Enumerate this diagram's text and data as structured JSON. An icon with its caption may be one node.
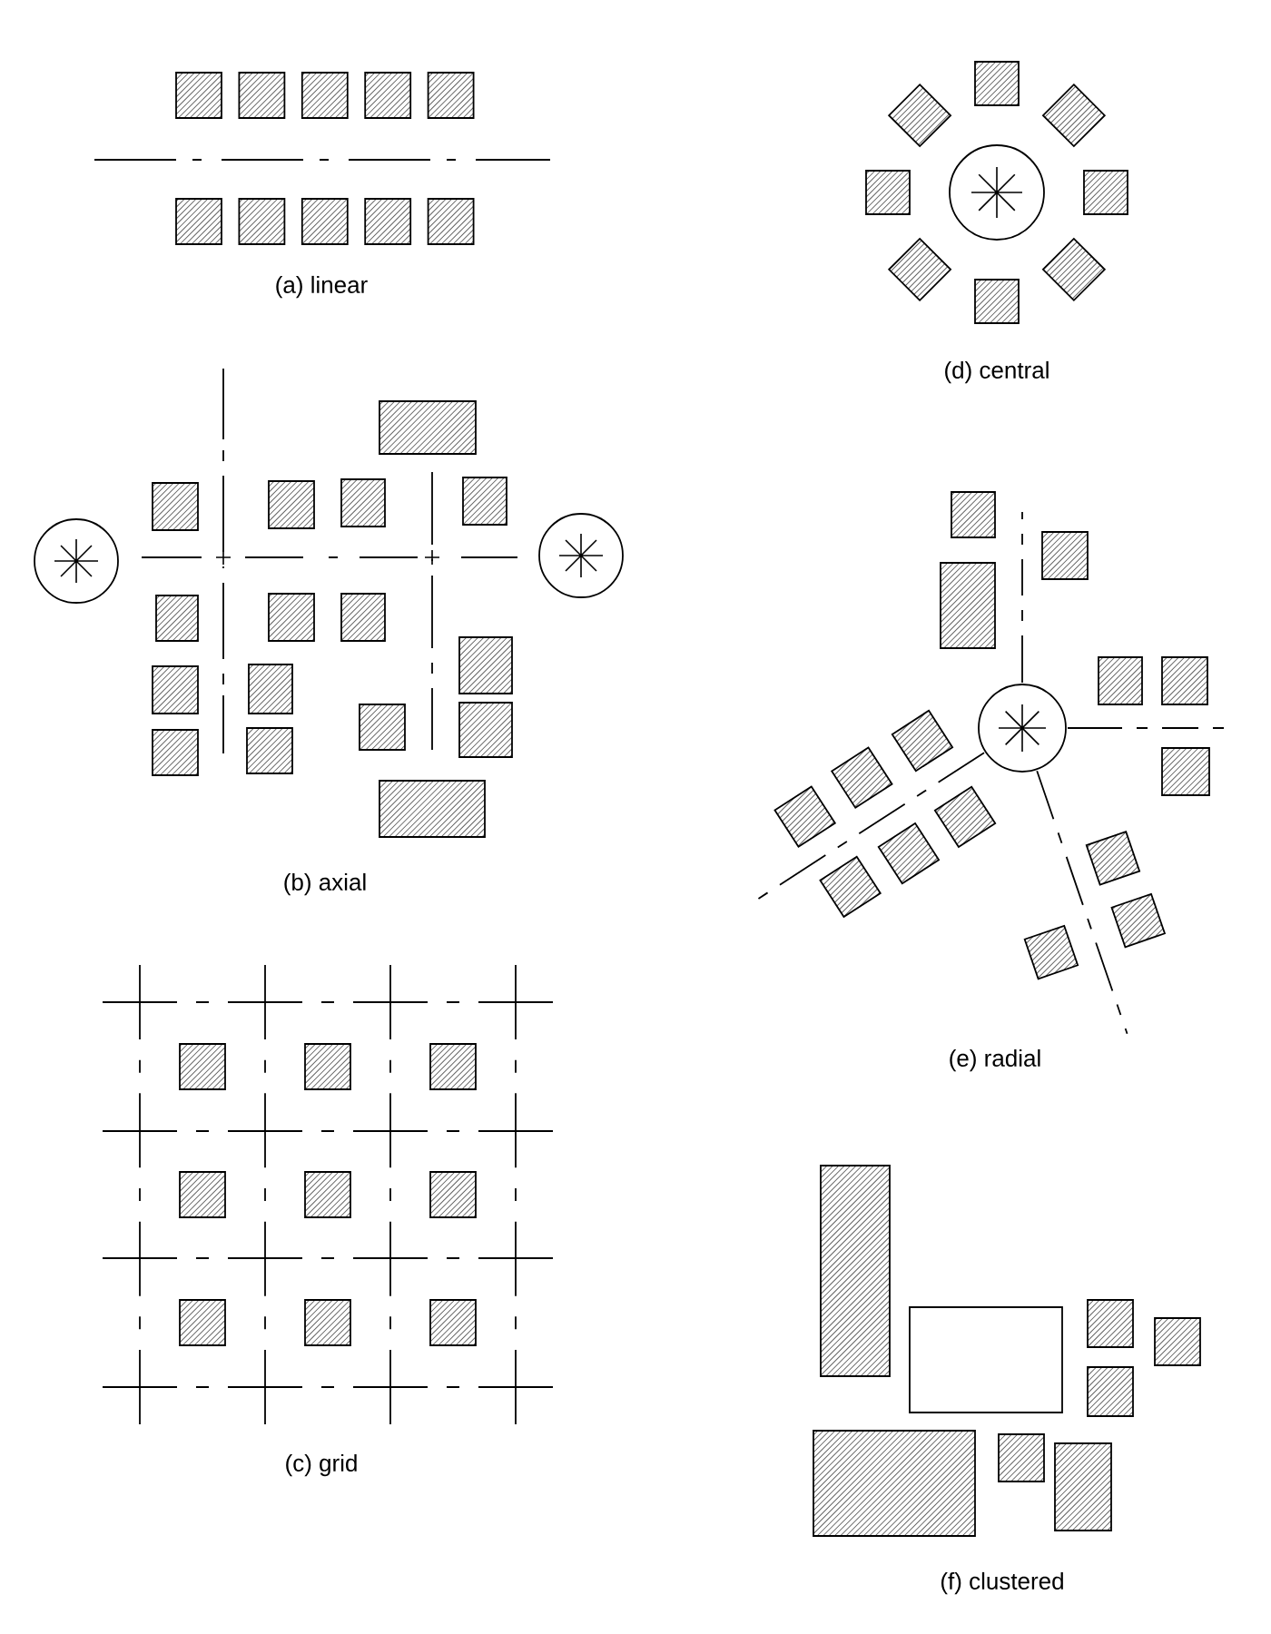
{
  "diagram": {
    "nodes": [
      {
        "text": [],
        "shape": "box"
      }
    ],
    "labels": [
      "(a) linear",
      "(d) central",
      "(b) axial",
      "(e) radial",
      "(c) grid",
      "(f) clustered"
    ]
  }
}
